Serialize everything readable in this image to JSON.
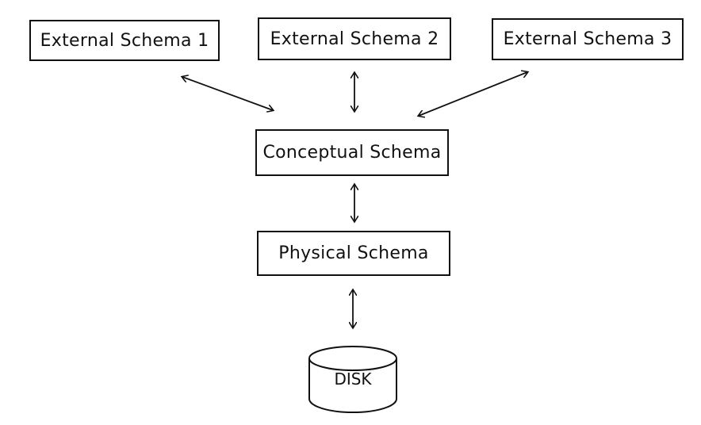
{
  "diagram": {
    "external_schemas": [
      {
        "label": "External Schema 1"
      },
      {
        "label": "External Schema 2"
      },
      {
        "label": "External Schema 3"
      }
    ],
    "conceptual_schema": {
      "label": "Conceptual Schema"
    },
    "physical_schema": {
      "label": "Physical Schema"
    },
    "disk": {
      "label": "DISK"
    }
  }
}
